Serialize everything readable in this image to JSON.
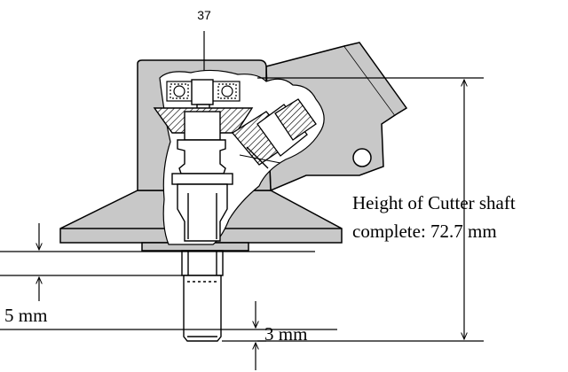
{
  "diagram": {
    "part_number": "37",
    "height_label_line1": "Height of Cutter shaft",
    "height_label_line2": "complete: 72.7 mm",
    "dim_5mm": "5 mm",
    "dim_3mm": "3 mm"
  },
  "colors": {
    "stroke": "#000000",
    "housing_fill": "#c8c8c8",
    "cutaway_fill": "#ffffff",
    "metal_fill": "#ffffff",
    "background": "#ffffff"
  }
}
